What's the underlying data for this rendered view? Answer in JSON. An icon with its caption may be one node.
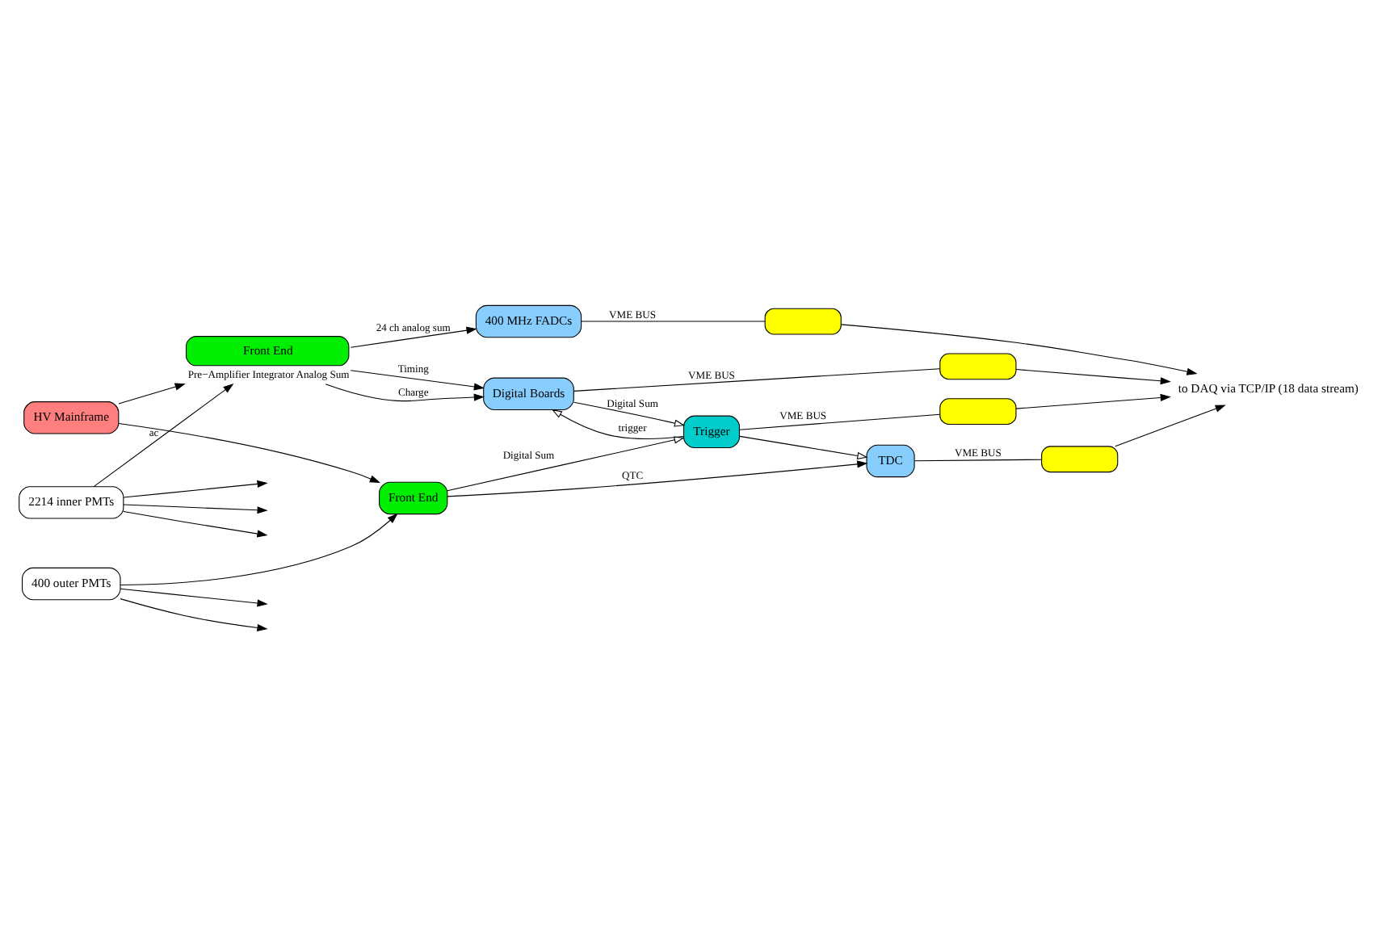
{
  "diagram": {
    "nodes": [
      {
        "text": [
          "HV Mainframe"
        ]
      },
      {
        "text": [
          "2214 inner PMTs"
        ]
      },
      {
        "text": [
          "Front End"
        ],
        "beside": [
          "Pre−Amplifier Integrator Analog Sum"
        ]
      },
      {
        "text": [
          "400 MHz FADCs"
        ]
      },
      {
        "text": [
          "Digital Boards"
        ]
      },
      {
        "text": [],
        "shape": "box"
      },
      {
        "text": [],
        "shape": "box"
      },
      {
        "text": [
          "400 outer PMTs"
        ]
      },
      {
        "text": [
          "Front End"
        ]
      },
      {
        "text": [
          "TDC"
        ]
      },
      {
        "text": [],
        "shape": "box"
      },
      {
        "text": [
          "Trigger"
        ]
      },
      {
        "text": [],
        "shape": "box"
      },
      {
        "text": [
          "to DAQ via TCP/IP (18 data stream)"
        ]
      }
    ],
    "edges": [
      {
        "from": 0,
        "to": 2,
        "arrow": "to"
      },
      {
        "from": 0,
        "to": 8,
        "arrow": "to"
      },
      {
        "from": 1,
        "to": 2,
        "arrow": "to",
        "label": "ac"
      },
      {
        "from": 1,
        "to": null,
        "arrow": "to"
      },
      {
        "from": 1,
        "to": null,
        "arrow": "to"
      },
      {
        "from": 1,
        "to": null,
        "arrow": "to"
      },
      {
        "from": 7,
        "to": 8,
        "arrow": "to"
      },
      {
        "from": 7,
        "to": null,
        "arrow": "to"
      },
      {
        "from": 7,
        "to": null,
        "arrow": "to"
      },
      {
        "from": 2,
        "to": 3,
        "arrow": "to",
        "label": "24 ch analog sum"
      },
      {
        "from": 2,
        "to": 4,
        "arrow": "to",
        "label": "Charge"
      },
      {
        "from": 2,
        "to": 4,
        "arrow": "to",
        "label": "Timing"
      },
      {
        "from": 3,
        "to": 5,
        "arrow": "none",
        "label": "VME BUS"
      },
      {
        "from": 4,
        "to": 6,
        "arrow": "none",
        "label": "VME BUS"
      },
      {
        "from": 4,
        "to": 11,
        "arrow": "to",
        "label": "Digital Sum"
      },
      {
        "from": 8,
        "to": 9,
        "arrow": "to",
        "label": "QTC"
      },
      {
        "from": 8,
        "to": 11,
        "arrow": "to",
        "label": "Digital Sum"
      },
      {
        "from": 11,
        "to": 4,
        "arrow": "to",
        "label": "trigger"
      },
      {
        "from": 11,
        "to": 9,
        "arrow": "to"
      },
      {
        "from": 9,
        "to": 10,
        "arrow": "none",
        "label": "VME BUS"
      },
      {
        "from": 11,
        "to": 12,
        "arrow": "none",
        "label": "VME BUS"
      },
      {
        "from": 5,
        "to": 13,
        "arrow": "to"
      },
      {
        "from": 6,
        "to": 13,
        "arrow": "to"
      },
      {
        "from": 10,
        "to": 13,
        "arrow": "to"
      },
      {
        "from": 12,
        "to": 13,
        "arrow": "to"
      }
    ]
  }
}
